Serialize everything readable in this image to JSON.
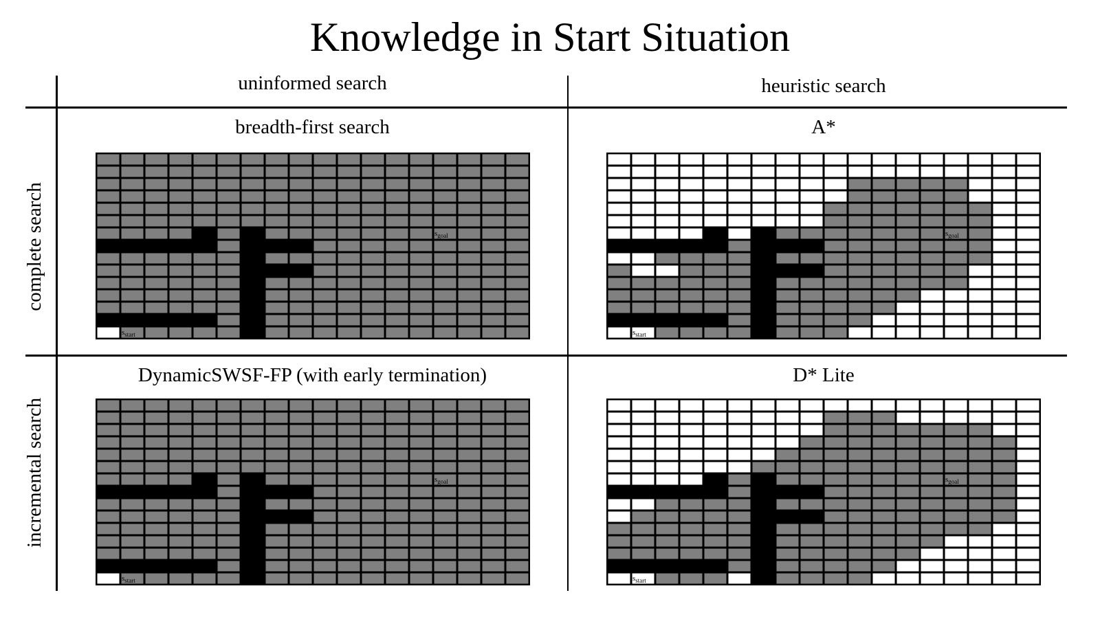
{
  "title": "Knowledge in Start Situation",
  "columns": [
    "uninformed search",
    "heuristic search"
  ],
  "rows": [
    "complete search",
    "incremental search"
  ],
  "panels": [
    {
      "title": "breadth-first search",
      "mode": "all"
    },
    {
      "title": "A*",
      "mode": "astar"
    },
    {
      "title": "DynamicSWSF-FP (with early termination)",
      "mode": "all"
    },
    {
      "title": "D* Lite",
      "mode": "dstar"
    }
  ],
  "grid": {
    "cols": 18,
    "rows": 15
  },
  "labels": {
    "start": "s",
    "start_sub": "start",
    "goal": "s",
    "goal_sub": "goal"
  },
  "colors": {
    "expanded": "#808080",
    "unexpanded": "#ffffff",
    "obstacle": "#000000",
    "grid_line": "#000000"
  }
}
